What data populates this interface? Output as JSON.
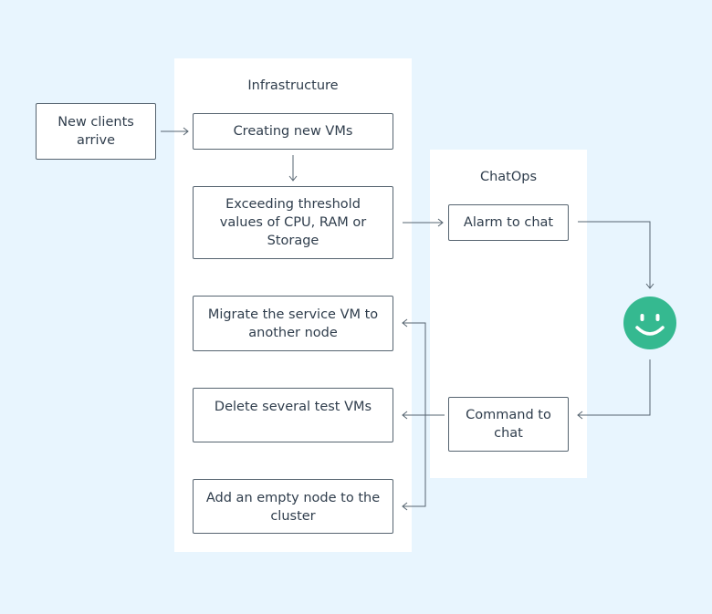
{
  "colors": {
    "background": "#e8f5fe",
    "panel": "#ffffff",
    "box_border": "#566470",
    "arrow": "#566470",
    "smiley": "#35b990"
  },
  "source": {
    "label": "New clients arrive"
  },
  "infrastructure": {
    "title": "Infrastructure",
    "steps": {
      "create_vms": "Creating new VMs",
      "threshold": "Exceeding threshold values of CPU, RAM or Storage",
      "migrate": "Migrate the service VM to another node",
      "delete": "Delete several test VMs",
      "add_node": "Add an empty node to the cluster"
    }
  },
  "chatops": {
    "title": "ChatOps",
    "alarm": "Alarm to chat",
    "command": "Command to chat"
  },
  "operator": {
    "icon": "smiley-face-icon"
  }
}
